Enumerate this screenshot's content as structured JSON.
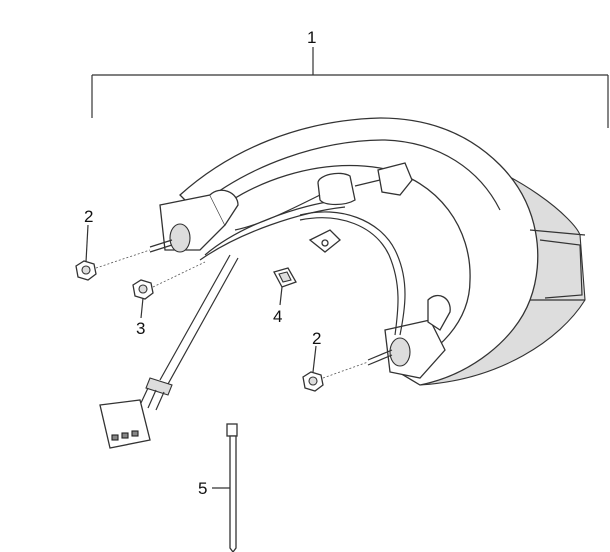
{
  "diagram": {
    "callouts": [
      {
        "id": "1",
        "label": "1"
      },
      {
        "id": "2a",
        "label": "2"
      },
      {
        "id": "3",
        "label": "3"
      },
      {
        "id": "4",
        "label": "4"
      },
      {
        "id": "2b",
        "label": "2"
      },
      {
        "id": "5",
        "label": "5"
      }
    ]
  }
}
